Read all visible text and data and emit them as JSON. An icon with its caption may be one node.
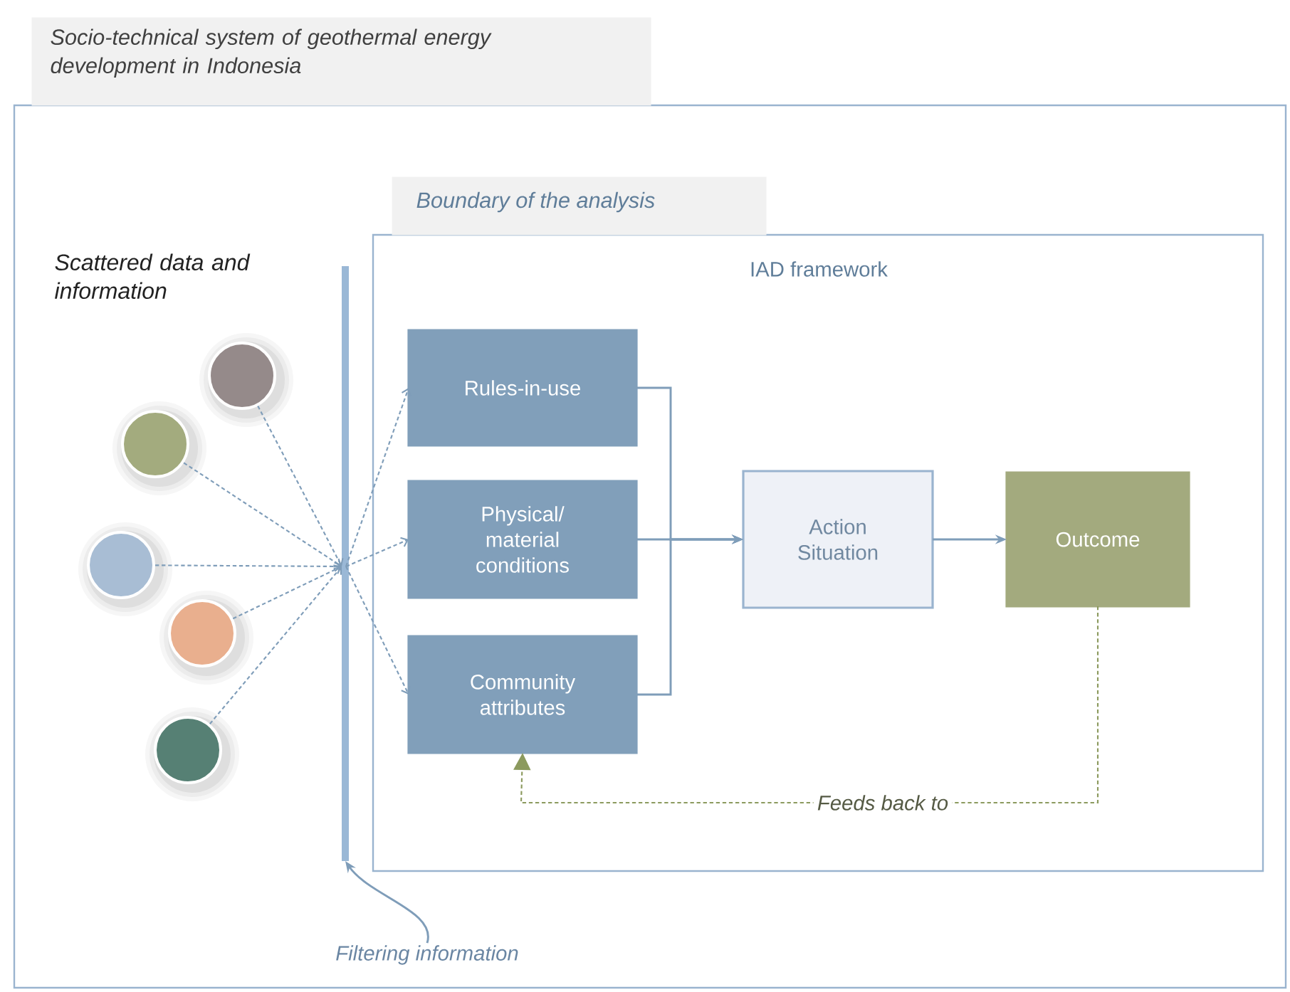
{
  "diagram": {
    "nodes": [
      {
        "text": [
          "Socio-technical system of geothermal energy development in Indonesia"
        ]
      },
      {
        "text": [
          "Boundary of the analysis",
          "IAD framework"
        ],
        "in": 0
      },
      {
        "text": [
          "Rules-in-use"
        ],
        "in": 1
      },
      {
        "text": [
          "Physical/ material conditions"
        ],
        "in": 1
      },
      {
        "text": [
          "Community attributes"
        ],
        "in": 1
      },
      {
        "text": [
          "Action Situation"
        ],
        "in": 1
      },
      {
        "text": [
          "Outcome"
        ],
        "in": 1
      },
      {
        "text": [],
        "shape": "circle",
        "in": 0
      },
      {
        "text": [],
        "shape": "circle",
        "in": 0
      },
      {
        "text": [],
        "shape": "circle",
        "in": 0
      },
      {
        "text": [],
        "shape": "circle",
        "in": 0
      },
      {
        "text": [],
        "shape": "circle",
        "in": 0
      },
      {
        "text": [],
        "shape": "bar",
        "in": 0
      },
      {
        "text": [
          "Filtering information"
        ],
        "in": 0
      }
    ],
    "edges": [
      {
        "from": 7,
        "to": 12,
        "arrow": "to",
        "style": "dashed"
      },
      {
        "from": 8,
        "to": 12,
        "arrow": "to",
        "style": "dashed"
      },
      {
        "from": 9,
        "to": 12,
        "arrow": "to",
        "style": "dashed"
      },
      {
        "from": 10,
        "to": 12,
        "arrow": "to",
        "style": "dashed"
      },
      {
        "from": 11,
        "to": 12,
        "arrow": "to",
        "style": "dashed"
      },
      {
        "from": 12,
        "to": 2,
        "arrow": "to",
        "style": "dashed"
      },
      {
        "from": 12,
        "to": 3,
        "arrow": "to",
        "style": "dashed"
      },
      {
        "from": 12,
        "to": 4,
        "arrow": "to",
        "style": "dashed"
      },
      {
        "from": 2,
        "to": 5,
        "arrow": "to"
      },
      {
        "from": 3,
        "to": 5,
        "arrow": "to"
      },
      {
        "from": 4,
        "to": 5,
        "arrow": "to"
      },
      {
        "from": 5,
        "to": 6,
        "arrow": "to"
      },
      {
        "from": 6,
        "to": 4,
        "arrow": "to",
        "style": "dashed",
        "color": "#8c9a5e",
        "label": "Feeds back to"
      },
      {
        "from": 13,
        "to": 12,
        "arrow": "to"
      }
    ],
    "labels": [
      "Scattered data and information"
    ]
  }
}
